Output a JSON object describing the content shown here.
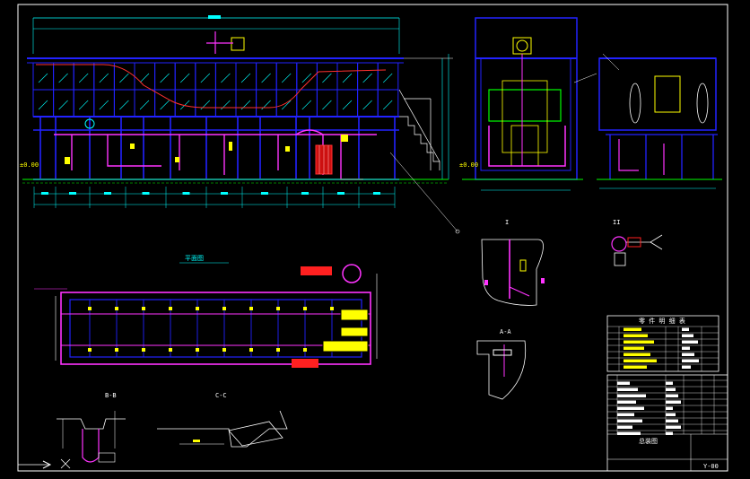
{
  "drawing": {
    "colors": {
      "background": "#000000",
      "frame": "#ffffff",
      "structure": "#2222ff",
      "piping": "#ff33ff",
      "dimension": "#00ffff",
      "equipment": "#ffff00",
      "ground": "#00ff00",
      "accent": "#ff2020"
    },
    "section_labels": {
      "elev_ground_left": "±0.00",
      "elev_ground_mid": "±0.00",
      "section_1": "I",
      "section_2": "II",
      "section_a": "A-A",
      "section_b": "B-B",
      "section_c": "C-C",
      "plan_title": "平面图"
    },
    "title_block": {
      "parts_header": "零 件 明 细 表",
      "drawing_name": "总装图",
      "drawing_no": "Y-00"
    },
    "icons": {
      "origin": "ucs-origin-icon",
      "arrow": "ucs-arrow-icon"
    }
  }
}
